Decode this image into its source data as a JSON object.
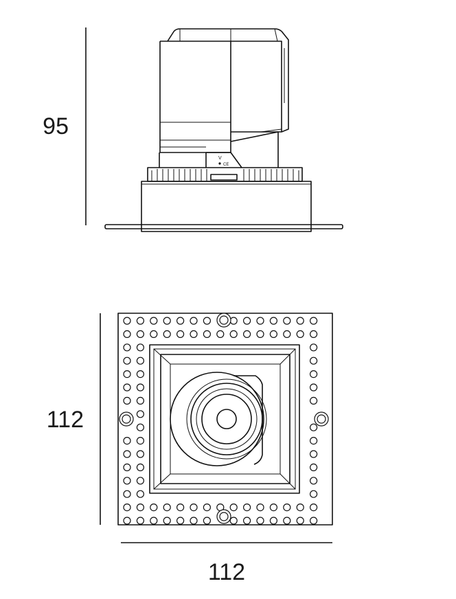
{
  "dimensions": {
    "height_label": "95",
    "front_width_label": "112",
    "front_height_label": "112"
  },
  "side_view_markings": {
    "text_a": "V",
    "text_b": "CE"
  },
  "colors": {
    "line": "#111111",
    "background": "#ffffff"
  }
}
